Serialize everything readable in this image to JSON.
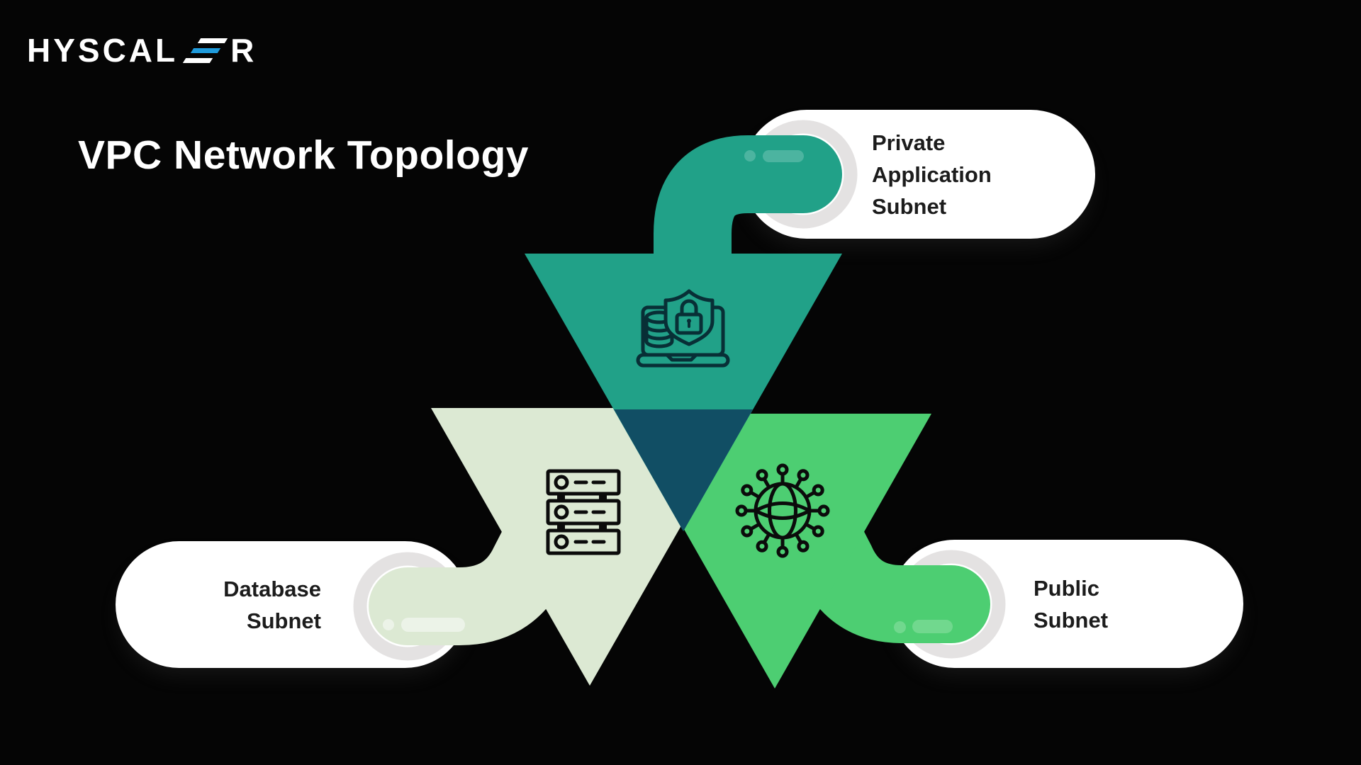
{
  "logo": {
    "word_start": "HYSCAL",
    "word_end": "R",
    "accent_color": "#1F9BDC"
  },
  "title": "VPC Network Topology",
  "pills": {
    "private": {
      "lines": [
        "Private",
        "Application",
        "Subnet"
      ]
    },
    "database": {
      "lines": [
        "Database",
        "Subnet"
      ]
    },
    "public": {
      "lines": [
        "Public",
        "Subnet"
      ]
    }
  },
  "icons": {
    "top_triangle": "secure-laptop-icon",
    "left_triangle": "server-rack-icon",
    "right_triangle": "globe-network-icon"
  },
  "colors": {
    "background": "#050505",
    "teal": "#21A188",
    "pale_green": "#DCE9D3",
    "bright_green": "#4DCE72",
    "navy_overlap": "#114E64",
    "ring_gray": "#E4E2E2",
    "pill_white": "#FFFFFF",
    "pill_text": "#1C1C1C",
    "logo_blue": "#1F9BDC",
    "icon_stroke_dark": "#0B0B0B",
    "icon_stroke_teal_dark": "#082F36"
  }
}
